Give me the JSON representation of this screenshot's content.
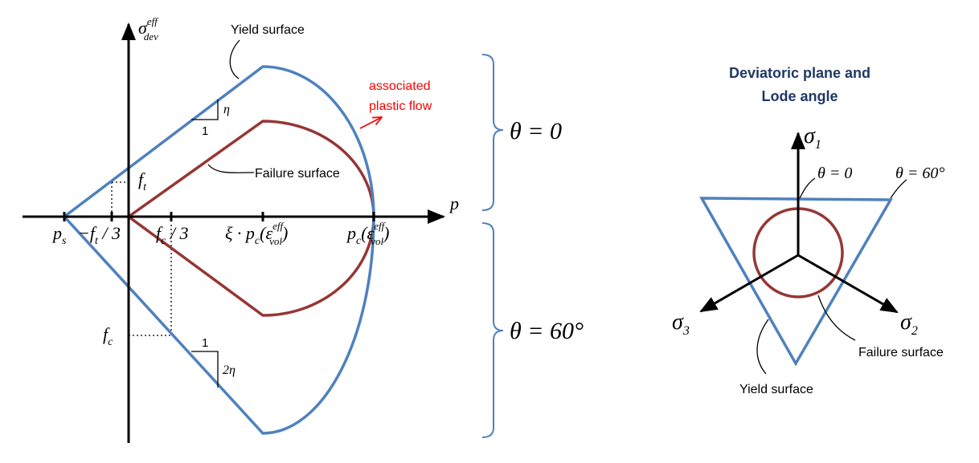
{
  "colors": {
    "yield": "#4f81bd",
    "failure": "#953735",
    "axis": "#000000",
    "bracket": "#4f81bd",
    "flow": "#ff0000",
    "title": "#1f3864",
    "text": "#000000"
  },
  "left_plot": {
    "y_axis": {
      "sym": "σ",
      "sup": "eff",
      "sub": "dev"
    },
    "x_axis": {
      "sym": "p"
    },
    "yield_label": "Yield surface",
    "failure_label": "Failure surface",
    "flow_label": [
      "associated",
      "plastic flow"
    ],
    "slope_top": {
      "run": "1",
      "rise": "η"
    },
    "slope_bottom": {
      "run": "1",
      "rise": "2η"
    },
    "ft_label": {
      "main": "f",
      "sub": "t"
    },
    "fc_label": {
      "main": "f",
      "sub": "c"
    },
    "tick_labels": {
      "ps": {
        "main": "p",
        "sub": "s"
      },
      "neg_ft3": {
        "pre": "−f",
        "sub": "t",
        "post": " / 3"
      },
      "fc3": {
        "pre": "f",
        "sub": "c",
        "post": " / 3"
      },
      "xi": {
        "pre": "ξ · p",
        "sub1": "c",
        "mid": "(ε",
        "sup": "eff",
        "sub2": "vol",
        "post": ")"
      },
      "pc": {
        "pre": "p",
        "sub1": "c",
        "mid": "(ε",
        "sup": "eff",
        "sub2": "vol",
        "post": ")"
      }
    },
    "theta_top": "θ = 0",
    "theta_bottom": "θ = 60°"
  },
  "right_plot": {
    "title": [
      "Deviatoric plane and",
      "Lode angle"
    ],
    "sigma1": {
      "main": "σ",
      "sub": "1"
    },
    "sigma2": {
      "main": "σ",
      "sub": "2"
    },
    "sigma3": {
      "main": "σ",
      "sub": "3"
    },
    "theta0": "θ = 0",
    "theta60": "θ = 60°",
    "failure_label": "Failure surface",
    "yield_label": "Yield surface"
  }
}
